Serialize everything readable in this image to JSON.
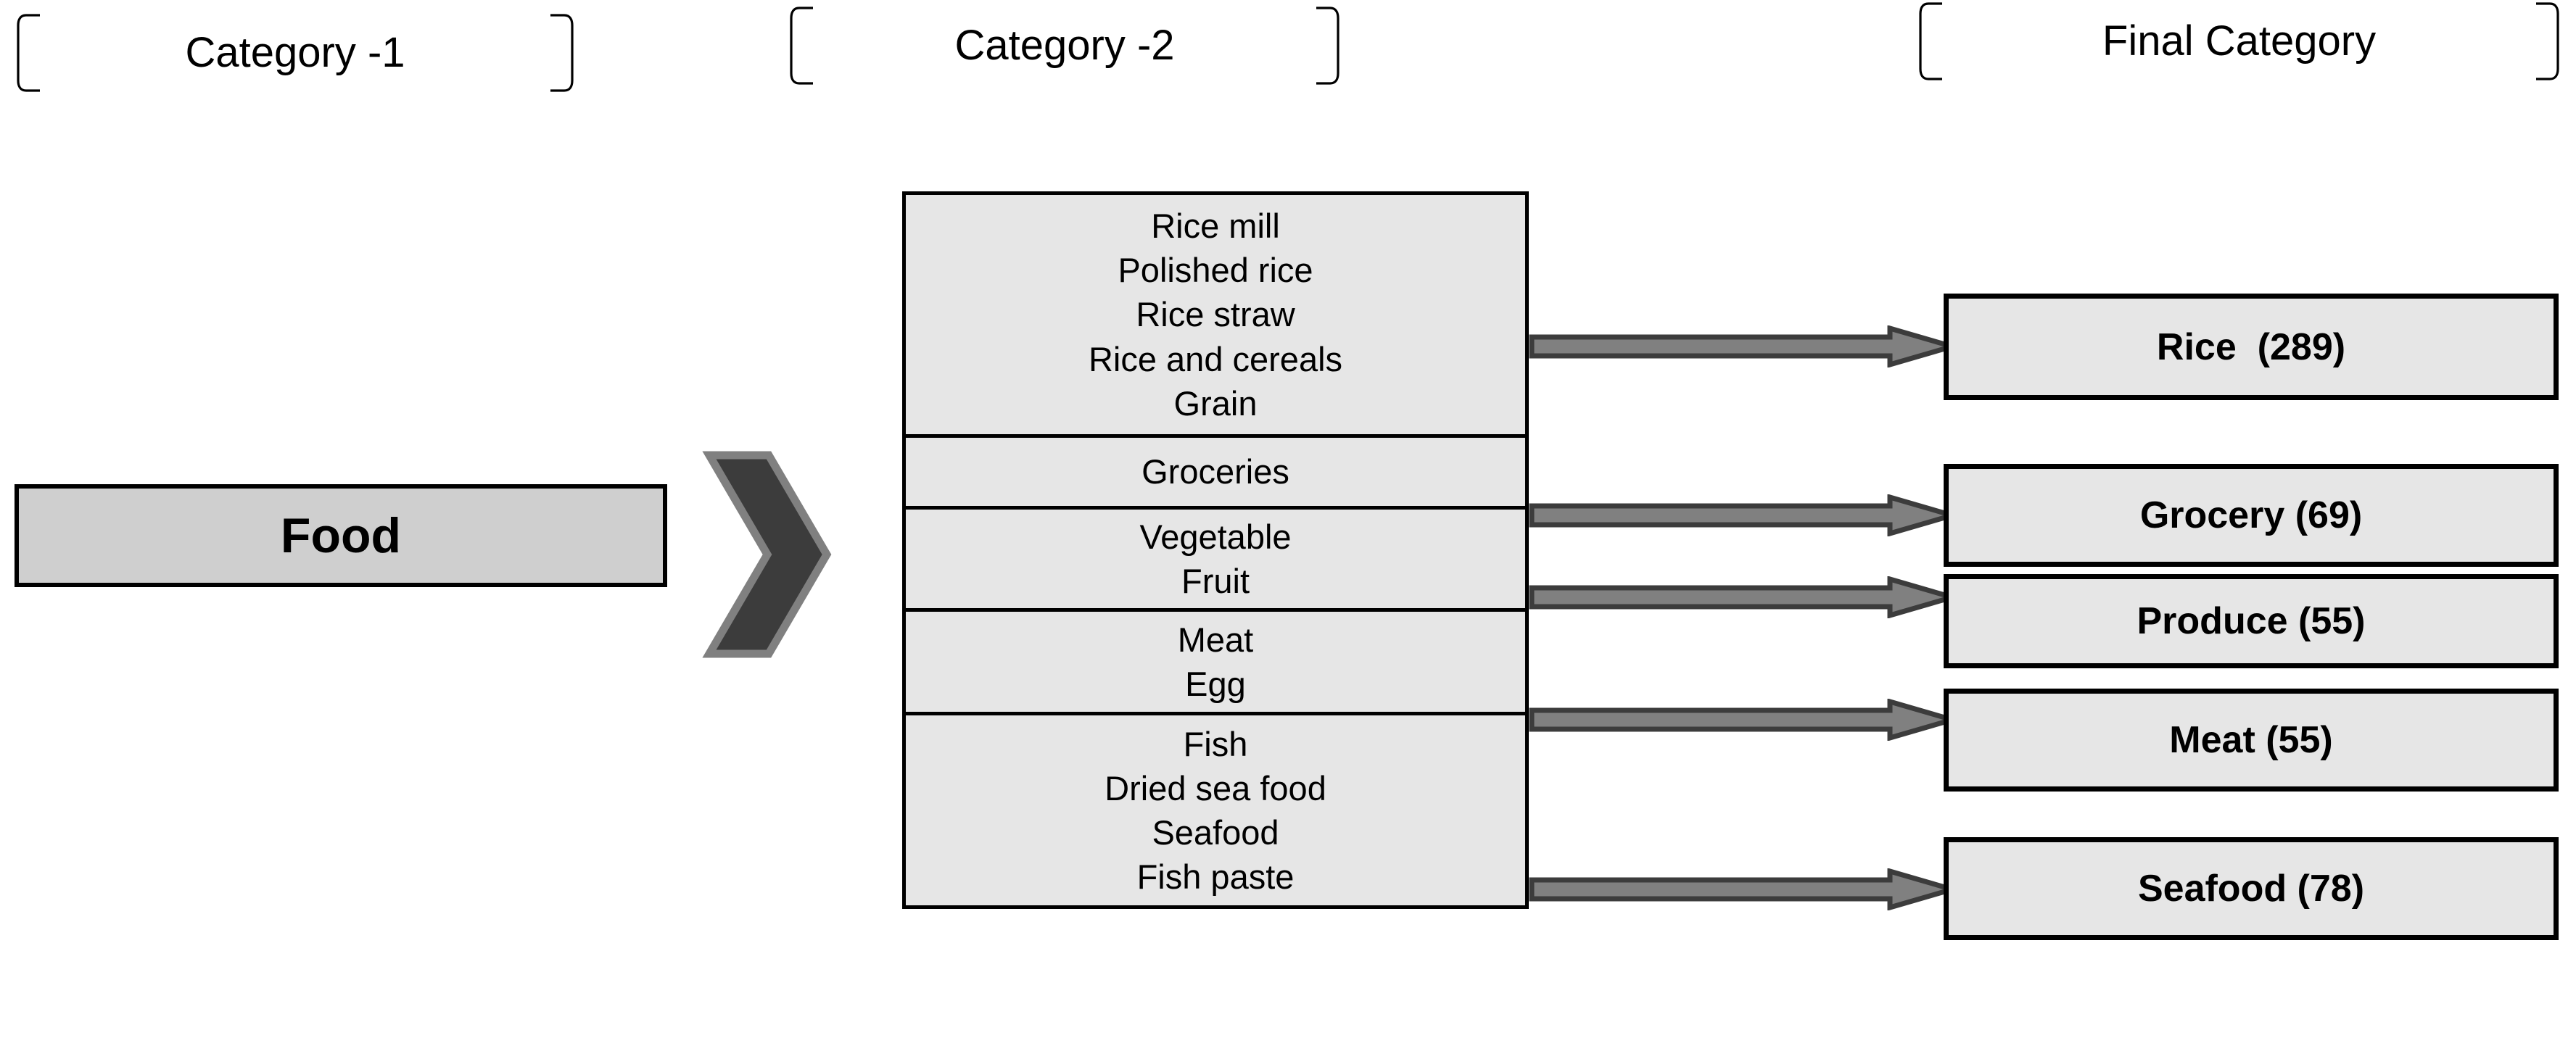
{
  "headers": [
    {
      "label": "Category -1"
    },
    {
      "label": "Category -2"
    },
    {
      "label": "Final Category"
    }
  ],
  "category1": {
    "box_label": "Food",
    "fill_color": "#CFCFCF",
    "border_color": "#000000"
  },
  "chevron": {
    "icon": "chevron-right-icon",
    "fill_color": "#3C3C3C",
    "outline_color": "#808080"
  },
  "category2": {
    "fill_color": "#E6E6E6",
    "groups": [
      {
        "items": [
          "Rice mill",
          "Polished rice",
          "Rice straw",
          "Rice and cereals",
          "Grain"
        ]
      },
      {
        "items": [
          "Groceries"
        ]
      },
      {
        "items": [
          "Vegetable",
          "Fruit"
        ]
      },
      {
        "items": [
          "Meat",
          "Egg"
        ]
      },
      {
        "items": [
          "Fish",
          "Dried sea food",
          "Seafood",
          "Fish paste"
        ]
      }
    ]
  },
  "arrows": {
    "icon": "arrow-right-icon",
    "fill_color": "#808080",
    "outline_color": "#3C3C3C",
    "count": 5
  },
  "final_category": {
    "fill_color": "#E6E6E6",
    "boxes": [
      {
        "label": "Rice  (289)",
        "name": "Rice",
        "count": 289
      },
      {
        "label": "Grocery (69)",
        "name": "Grocery",
        "count": 69
      },
      {
        "label": "Produce (55)",
        "name": "Produce",
        "count": 55
      },
      {
        "label": "Meat (55)",
        "name": "Meat",
        "count": 55
      },
      {
        "label": "Seafood (78)",
        "name": "Seafood",
        "count": 78
      }
    ]
  }
}
